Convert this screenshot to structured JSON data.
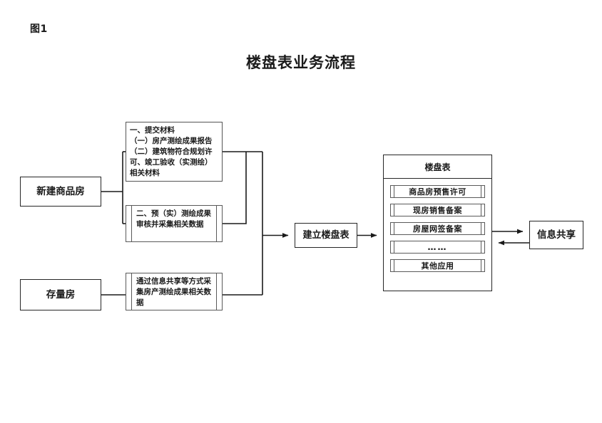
{
  "figure": {
    "label": "图1",
    "title": "楼盘表业务流程"
  },
  "nodes": {
    "new_commodity_house": "新建商品房",
    "stock_house": "存量房",
    "create_building_table": "建立楼盘表",
    "info_share": "信息共享"
  },
  "steps": {
    "submit_materials": "一、提交材料\n（一）房产测绘成果报告\n（二）建筑物符合规划许可、竣工验收（实测绘）相关材料",
    "survey_review": "二、预（实）测绘成果审核并采集相关数据",
    "stock_collect": "通过信息共享等方式采集房产测绘成果相关数据"
  },
  "panel": {
    "title": "楼盘表",
    "items": [
      "商品房预售许可",
      "现房销售备案",
      "房屋网签备案",
      "……",
      "其他应用"
    ]
  },
  "style": {
    "line_color": "#1a1a1a",
    "box_border": "#262626",
    "step_border": "#5a5a5a",
    "background": "#ffffff"
  }
}
